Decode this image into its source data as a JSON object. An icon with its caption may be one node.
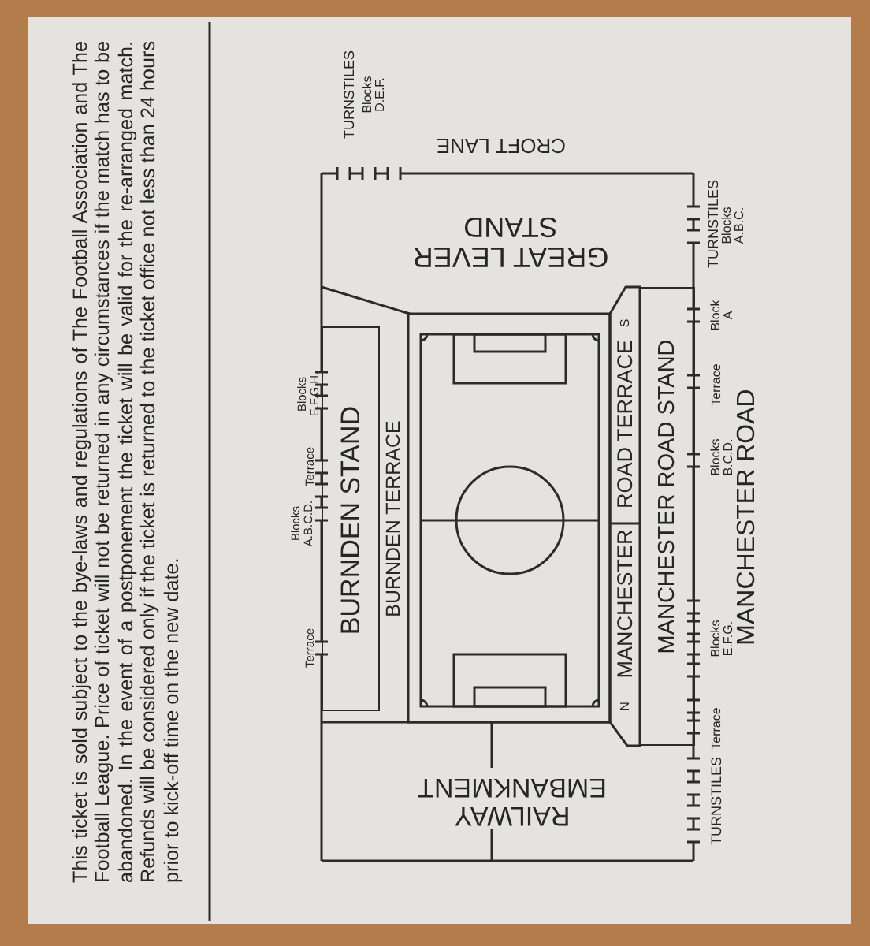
{
  "diagram": {
    "nodes": [
      {
        "text": [
          "GREAT LEVER STAND"
        ]
      },
      {
        "text": [
          "BURNDEN STAND"
        ]
      },
      {
        "text": [
          "BURNDEN TERRACE"
        ]
      },
      {
        "text": [
          "N",
          "MANCHESTER",
          "ROAD TERRACE",
          "S"
        ]
      },
      {
        "text": [
          "MANCHESTER ROAD STAND"
        ]
      },
      {
        "text": [
          "RAILWAY EMBANKMENT"
        ]
      }
    ],
    "labels": [
      "This ticket is sold subject to the bye-laws and regulations of The Football Association and The Football League. Price of ticket will not be returned in any circumstances if the match has to be abandoned. In the event of a postponement the ticket will be valid for the re-arranged match. Refunds will be considered only if the ticket is returned to the ticket office not less than 24 hours prior to kick-off time on the new date.",
      "CROFT LANE",
      "TURNSTILES",
      "Blocks D.E.F.",
      "TURNSTILES",
      "Blocks A.B.C.",
      "Block A",
      "Blocks E.F.G.H.",
      "Blocks A.B.C.D.",
      "Terrace",
      "Terrace",
      "Terrace",
      "Blocks B.C.D.",
      "MANCHESTER ROAD",
      "Blocks E.F.G.",
      "Terrace",
      "TURNSTILES"
    ]
  }
}
